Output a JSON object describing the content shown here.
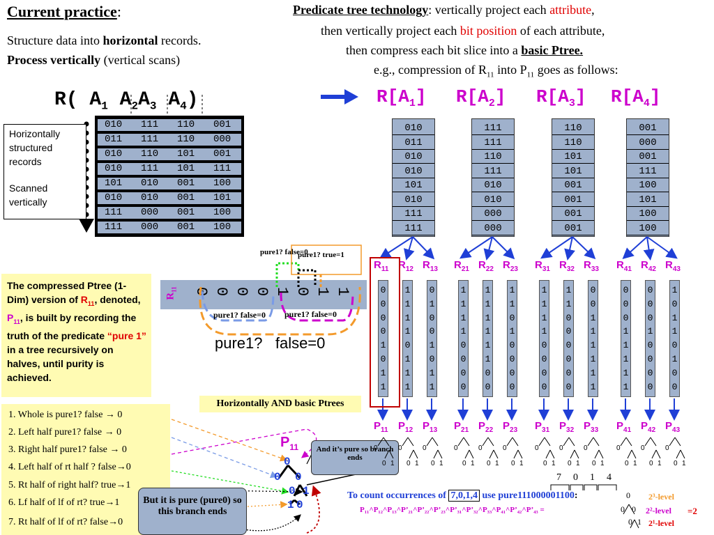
{
  "left": {
    "title": "Current practice",
    "title_suffix": ":",
    "line1_a": "Structure data into ",
    "line1_b": "horizontal",
    "line1_c": " records.",
    "line2_a": "Process vertically",
    "line2_b": " (vertical scans)"
  },
  "right": {
    "title": "Predicate tree technology",
    "l1_a": ": vertically project each ",
    "l1_b": "attribute",
    "l1_c": ",",
    "l2_a": "then vertically project each ",
    "l2_b": "bit position",
    "l2_c": " of each attribute,",
    "l3_a": "then compress each bit slice into a ",
    "l3_b": "basic Ptree.",
    "l4_a": "e.g., compression of R",
    "l4_sub1": "11",
    "l4_b": " into P",
    "l4_sub2": "11",
    "l4_c": " goes as follows:"
  },
  "relation": {
    "label_open": "R(",
    "attr_letter": "A",
    "attr_subs": [
      "1",
      "2",
      "3",
      "4"
    ],
    "label_close": ")",
    "rows": [
      [
        "010",
        "111",
        "110",
        "001"
      ],
      [
        "011",
        "111",
        "110",
        "000"
      ],
      [
        "010",
        "110",
        "101",
        "001"
      ],
      [
        "010",
        "111",
        "101",
        "111"
      ],
      [
        "101",
        "010",
        "001",
        "100"
      ],
      [
        "010",
        "010",
        "001",
        "101"
      ],
      [
        "111",
        "000",
        "001",
        "100"
      ],
      [
        "111",
        "000",
        "001",
        "100"
      ]
    ]
  },
  "hbox": {
    "l1": "Horizontally",
    "l2": "structured",
    "l3": "records",
    "l4": "Scanned",
    "l5": "vertically"
  },
  "projections": {
    "letter": "R[A",
    "close": "]",
    "subs": [
      "1",
      "2",
      "3",
      "4"
    ],
    "columns": [
      [
        "010",
        "011",
        "010",
        "010",
        "101",
        "010",
        "111",
        "111"
      ],
      [
        "111",
        "111",
        "110",
        "111",
        "010",
        "010",
        "000",
        "000"
      ],
      [
        "110",
        "110",
        "101",
        "101",
        "001",
        "001",
        "001",
        "001"
      ],
      [
        "001",
        "000",
        "001",
        "111",
        "100",
        "101",
        "100",
        "100"
      ]
    ]
  },
  "slices": {
    "labels": [
      "11",
      "12",
      "13",
      "21",
      "22",
      "23",
      "31",
      "32",
      "33",
      "41",
      "42",
      "43"
    ],
    "bits": [
      [
        "0",
        "0",
        "0",
        "0",
        "1",
        "0",
        "1",
        "1"
      ],
      [
        "1",
        "1",
        "1",
        "1",
        "0",
        "1",
        "1",
        "1"
      ],
      [
        "0",
        "1",
        "0",
        "0",
        "1",
        "0",
        "1",
        "1"
      ],
      [
        "1",
        "1",
        "1",
        "1",
        "0",
        "0",
        "0",
        "0"
      ],
      [
        "1",
        "1",
        "1",
        "1",
        "1",
        "1",
        "0",
        "0"
      ],
      [
        "1",
        "1",
        "0",
        "1",
        "0",
        "0",
        "0",
        "0"
      ],
      [
        "1",
        "1",
        "1",
        "1",
        "0",
        "0",
        "0",
        "0"
      ],
      [
        "1",
        "1",
        "0",
        "0",
        "0",
        "0",
        "0",
        "0"
      ],
      [
        "0",
        "0",
        "1",
        "1",
        "1",
        "1",
        "1",
        "1"
      ],
      [
        "0",
        "0",
        "0",
        "1",
        "1",
        "1",
        "1",
        "1"
      ],
      [
        "0",
        "0",
        "0",
        "1",
        "0",
        "0",
        "0",
        "0"
      ],
      [
        "1",
        "0",
        "1",
        "1",
        "0",
        "1",
        "0",
        "0"
      ]
    ]
  },
  "ptrees": {
    "letter": "P",
    "labels": [
      "11",
      "12",
      "13",
      "21",
      "22",
      "23",
      "31",
      "32",
      "33",
      "41",
      "42",
      "43"
    ]
  },
  "strip": {
    "r_letter": "R",
    "r_sub": "11",
    "bits": [
      "0",
      "0",
      "0",
      "0",
      "1",
      "0",
      "1",
      "1"
    ],
    "q_top": "pure1? false=0",
    "q_top2": "pure1? true=1",
    "q_left": "pure1?  false=0",
    "q_right": "pure1? false=0",
    "q_big": "pure1?   false=0"
  },
  "compressed_note": {
    "t1": "The compressed Ptree (1-Dim) version of ",
    "t1_r": "R",
    "t1_rsub": "11",
    "t2": ", denoted, ",
    "t2_p": "P",
    "t2_psub": "11",
    "t3": ", is built by recording the truth of the predicate ",
    "t3_q": "“pure 1”",
    "t4": " in a tree recursively on halves, until purity is achieved."
  },
  "and_label": "Horizontally AND basic Ptrees",
  "steps": [
    "1. Whole is pure1?   false → 0",
    "2. Left half  pure1?  false → 0",
    "3. Right half  pure1? false → 0",
    "4. Left half of rt half ? false→0",
    "5. Rt half of right half? true→1",
    "6. Lf half of lf of rt?     true→1",
    "7. Rt half of lf of rt?   false→0"
  ],
  "p11_label": "P",
  "p11_sub": "11",
  "tree_nodes": [
    "0",
    "0",
    "0",
    "0",
    "1",
    "1",
    "0"
  ],
  "callout_pure": "And it’s pure so branch ends",
  "callout_pure0": "But it is pure (pure0) so this branch ends",
  "count": {
    "a": "To count occurrences of ",
    "box": "7,0,1,4",
    "b": "  use pure111000001100",
    "c": ":",
    "digits": [
      "7",
      "0",
      "1",
      "4"
    ],
    "formula": "P₁₁^P₁₂^P₁₃^P’₂₁^P’₂₂^P’₂₃^P’₃₁^P’₃₂^P₃₃^P₄₁^P’₄₂^P’₄₃ =",
    "lvl3": "2³-level",
    "lvl2": "2²-level",
    "lvl1": "2¹-level",
    "eq2": "=2",
    "result_nodes": [
      "0",
      "0",
      "0",
      "0",
      "1"
    ]
  },
  "colors": {
    "gray_blue": "#9fb1cc",
    "magenta": "#cc00cc",
    "red": "#e00000",
    "blue": "#1f3fd6",
    "note_yellow": "#fffbb3"
  }
}
